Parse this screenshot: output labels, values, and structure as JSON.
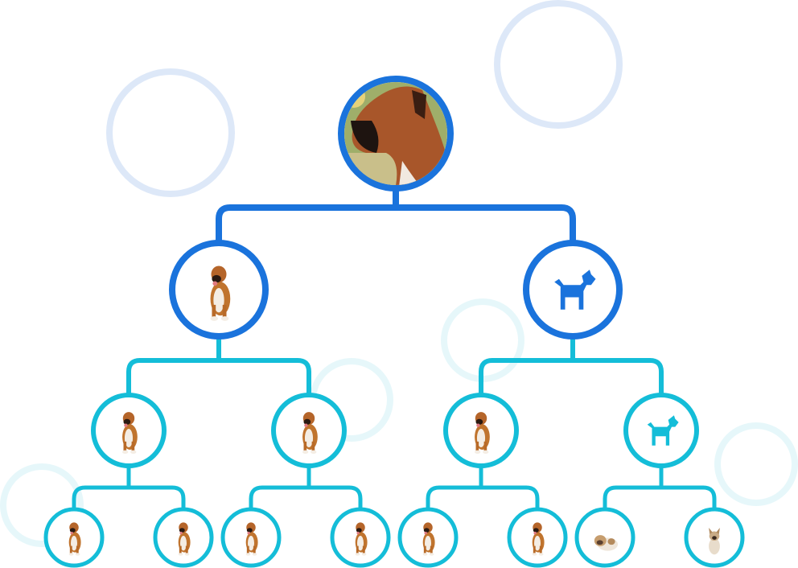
{
  "colors": {
    "level1": "#1a73dc",
    "level2": "#14bdd8",
    "deco_blue": "#dde8f8",
    "deco_cyan": "#e6f7fa"
  },
  "tree": {
    "root": {
      "image": "boxer-head-photo",
      "children": [
        {
          "image": "boxer-sitting-photo",
          "children": [
            {
              "image": "boxer-sitting-photo",
              "children": [
                {
                  "image": "boxer-sitting-photo"
                },
                {
                  "image": "boxer-sitting-photo"
                }
              ]
            },
            {
              "image": "boxer-sitting-photo",
              "children": [
                {
                  "image": "boxer-sitting-photo"
                },
                {
                  "image": "boxer-sitting-photo"
                }
              ]
            }
          ]
        },
        {
          "image": "dog-icon",
          "children": [
            {
              "image": "boxer-sitting-photo",
              "children": [
                {
                  "image": "boxer-sitting-photo"
                },
                {
                  "image": "boxer-sitting-photo"
                }
              ]
            },
            {
              "image": "dog-icon",
              "children": [
                {
                  "image": "bulldog-photo"
                },
                {
                  "image": "french-bulldog-photo"
                }
              ]
            }
          ]
        }
      ]
    }
  }
}
